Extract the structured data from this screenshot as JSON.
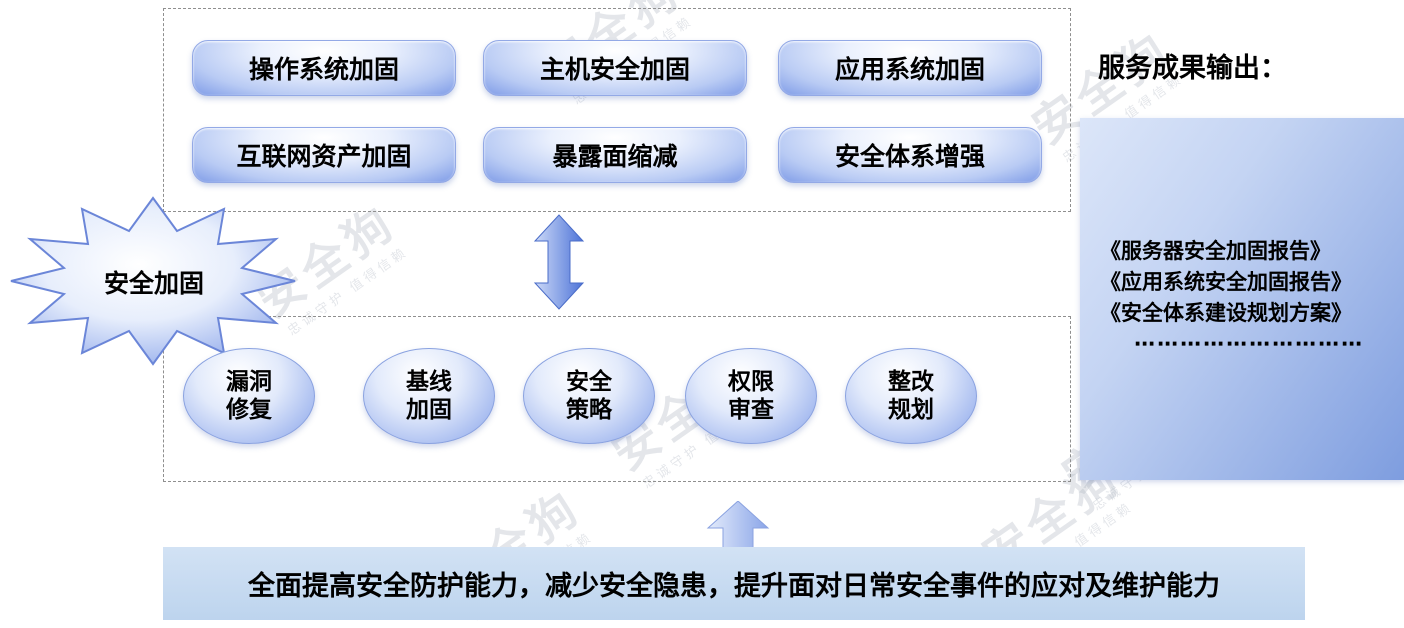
{
  "watermark": {
    "brand": "安全狗",
    "slogan": "忠诚守护 值得信赖"
  },
  "star": {
    "label": "安全加固"
  },
  "top_panel": {
    "items": [
      "操作系统加固",
      "主机安全加固",
      "应用系统加固",
      "互联网资产加固",
      "暴露面缩减",
      "安全体系增强"
    ]
  },
  "measures": {
    "items": [
      "漏洞\n修复",
      "基线\n加固",
      "安全\n策略",
      "权限\n审查",
      "整改\n规划"
    ]
  },
  "output": {
    "title": "服务成果输出：",
    "lines": [
      "《服务器安全加固报告》",
      "《应用系统安全加固报告》",
      "《安全体系建设规划方案》"
    ],
    "dots": "⋯⋯⋯⋯⋯⋯⋯⋯⋯⋯"
  },
  "summary": {
    "text": "全面提高安全防护能力，减少安全隐患，提升面对日常安全事件的应对及维护能力"
  },
  "colors": {
    "accent": "#4e74d8",
    "panel_blue": "#7e9ddf"
  }
}
